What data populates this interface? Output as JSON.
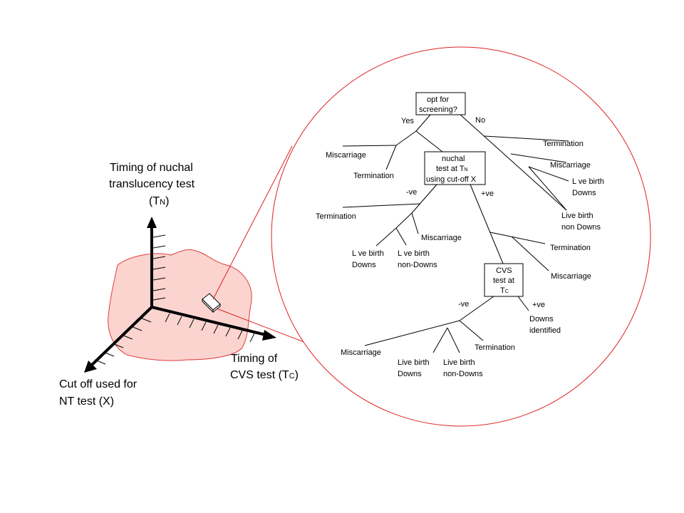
{
  "axes": {
    "vertical_label_line1": "Timing of nuchal",
    "vertical_label_line2": "translucency test",
    "vertical_label_open": "(T",
    "vertical_label_sub": "N",
    "vertical_label_close": ")",
    "right_label_line1": "Timing of",
    "right_label_line2": "CVS test (T",
    "right_label_sub": "C",
    "right_label_close": ")",
    "left_label_line1": "Cut off used for",
    "left_label_line2": "NT test (X)"
  },
  "tree": {
    "root_line1": "opt for",
    "root_line2": "screening?",
    "yes": "Yes",
    "no": "No",
    "no_termination": "Termination",
    "no_miscarriage": "Miscarriage",
    "no_live_downs_line1": "L ve birth",
    "no_live_downs_line2": "Downs",
    "no_live_non_line1": "Live birth",
    "no_live_non_line2": "non Downs",
    "yes_miscarriage": "Miscarriage",
    "yes_termination": "Termination",
    "nuchal_line1": "nuchal",
    "nuchal_line2": "test at T",
    "nuchal_sub": "N",
    "nuchal_line3": "using cut-off X",
    "neg": "-ve",
    "pos": "+ve",
    "neg_termination": "Termination",
    "neg_miscarriage": "Miscarriage",
    "neg_live_downs_line1": "L ve birth",
    "neg_live_downs_line2": "Downs",
    "neg_live_non_line1": "L ve birth",
    "neg_live_non_line2": "non-Downs",
    "pos_termination": "Termination",
    "pos_miscarriage": "Miscarriage",
    "cvs_line1": "CVS",
    "cvs_line2": "test at",
    "cvs_line3": "T",
    "cvs_sub": "C",
    "cvs_neg": "-ve",
    "cvs_pos": "+ve",
    "downs_identified_line1": "Downs",
    "downs_identified_line2": "identified",
    "cvs_miscarriage": "Miscarriage",
    "cvs_termination": "Termination",
    "cvs_live_downs_line1": "Live birth",
    "cvs_live_downs_line2": "Downs",
    "cvs_live_non_line1": "Live birth",
    "cvs_live_non_line2": "non-Downs"
  }
}
